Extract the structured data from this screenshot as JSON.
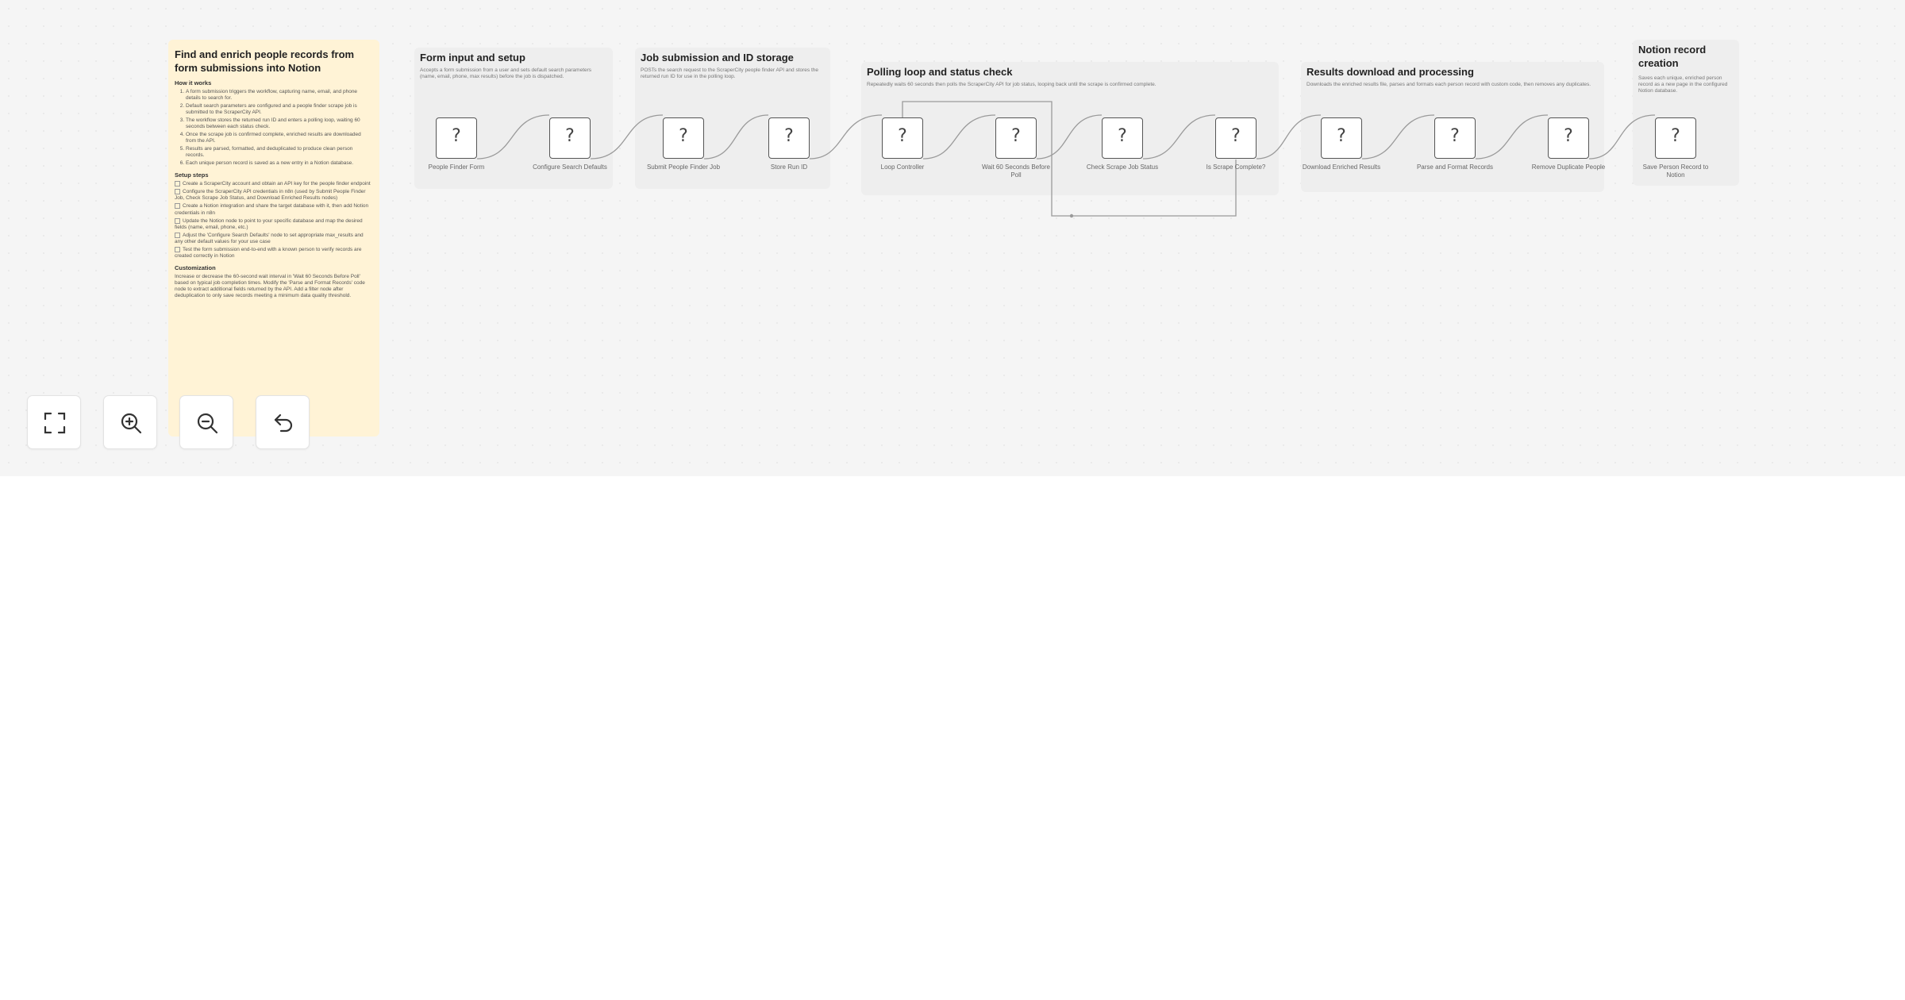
{
  "main_note": {
    "title": "Find and enrich people records from form submissions into Notion",
    "how_heading": "How it works",
    "how_items": [
      "A form submission triggers the workflow, capturing name, email, and phone details to search for.",
      "Default search parameters are configured and a people finder scrape job is submitted to the ScraperCity API.",
      "The workflow stores the returned run ID and enters a polling loop, waiting 60 seconds between each status check.",
      "Once the scrape job is confirmed complete, enriched results are downloaded from the API.",
      "Results are parsed, formatted, and deduplicated to produce clean person records.",
      "Each unique person record is saved as a new entry in a Notion database."
    ],
    "setup_heading": "Setup steps",
    "setup_items": [
      "Create a ScraperCity account and obtain an API key for the people finder endpoint",
      "Configure the ScraperCity API credentials in n8n (used by Submit People Finder Job, Check Scrape Job Status, and Download Enriched Results nodes)",
      "Create a Notion integration and share the target database with it, then add Notion credentials in n8n",
      "Update the Notion node to point to your specific database and map the desired fields (name, email, phone, etc.)",
      "Adjust the 'Configure Search Defaults' node to set appropriate max_results and any other default values for your use case",
      "Test the form submission end-to-end with a known person to verify records are created correctly in Notion"
    ],
    "custom_heading": "Customization",
    "custom_text": "Increase or decrease the 60-second wait interval in 'Wait 60 Seconds Before Poll' based on typical job completion times. Modify the 'Parse and Format Records' code node to extract additional fields returned by the API. Add a filter node after deduplication to only save records meeting a minimum data quality threshold."
  },
  "sections": [
    {
      "title": "Form input and setup",
      "desc": "Accepts a form submission from a user and sets default search parameters (name, email, phone, max results) before the job is dispatched."
    },
    {
      "title": "Job submission and ID storage",
      "desc": "POSTs the search request to the ScraperCity people finder API and stores the returned run ID for use in the polling loop."
    },
    {
      "title": "Polling loop and status check",
      "desc": "Repeatedly waits 60 seconds then polls the ScraperCity API for job status, looping back until the scrape is confirmed complete."
    },
    {
      "title": "Results download and processing",
      "desc": "Downloads the enriched results file, parses and formats each person record with custom code, then removes any duplicates."
    },
    {
      "title": "Notion record creation",
      "desc": "Saves each unique, enriched person record as a new page in the configured Notion database."
    }
  ],
  "nodes": [
    {
      "icon": "?",
      "label": "People Finder Form"
    },
    {
      "icon": "?",
      "label": "Configure Search Defaults"
    },
    {
      "icon": "?",
      "label": "Submit People Finder Job"
    },
    {
      "icon": "?",
      "label": "Store Run ID"
    },
    {
      "icon": "?",
      "label": "Loop Controller"
    },
    {
      "icon": "?",
      "label": "Wait 60 Seconds Before Poll"
    },
    {
      "icon": "?",
      "label": "Check Scrape Job Status"
    },
    {
      "icon": "?",
      "label": "Is Scrape Complete?"
    },
    {
      "icon": "?",
      "label": "Download Enriched Results"
    },
    {
      "icon": "?",
      "label": "Parse and Format Records"
    },
    {
      "icon": "?",
      "label": "Remove Duplicate People"
    },
    {
      "icon": "?",
      "label": "Save Person Record to Notion"
    }
  ],
  "toolbar": [
    {
      "icon": "fit-to-view-icon"
    },
    {
      "icon": "zoom-in-icon"
    },
    {
      "icon": "zoom-out-icon"
    },
    {
      "icon": "reset-zoom-icon"
    }
  ]
}
